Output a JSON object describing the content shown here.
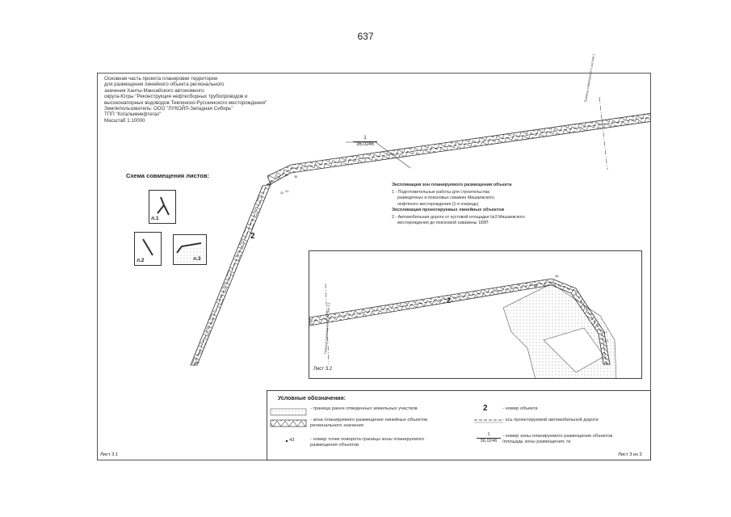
{
  "page_number": "637",
  "title_block": {
    "lines": [
      "Основная часть проекта планировки территории",
      "для размещения линейного объекта регионального",
      "значения Ханты-Мансийского автономного",
      "округа-Югры \"Реконструкция нефтесборных трубопроводов и",
      "высоконапорных водоводов Тевлинско-Русскинского месторождения\"",
      "Землепользователь: ООО \"ЛУКОЙЛ-Западная Сибирь\"",
      "ТПП \"Когалымнефтегаз\"",
      "Масштаб 1:10000"
    ]
  },
  "scheme": {
    "title": "Схема совмещения листов:",
    "sheets": [
      "л.1",
      "л.2",
      "л.3"
    ]
  },
  "zone_label": {
    "number": "1",
    "area": "36,0246"
  },
  "route_labels": {
    "object_main": "2",
    "object_inset": "2"
  },
  "point_labels": [
    "36",
    "35",
    "34",
    "33",
    "32",
    "31",
    "42",
    "43",
    "38",
    "37",
    "41",
    "40",
    "39"
  ],
  "boundary_note": "Граница совмещения с листом 2",
  "inset_boundary_note": "Граница совмещения с листом 3.1",
  "explication": {
    "zones_title": "Экспликация зон планируемого размещения объекта",
    "zones_item_lines": [
      "1 - Подготовительные работы для строительства",
      "разведочных и поисковых скважин Мишаевского",
      "нефтяного месторождения (1-я очередь)"
    ],
    "linear_title": "Экспликация проектируемых линейных объектов",
    "linear_item_lines": [
      "2 - Автомобильная дорога от кустовой площадки №3 Мишаевского",
      "месторождения до поисковой скважины 189П"
    ]
  },
  "inset": {
    "label": "Лист 3.2"
  },
  "legend": {
    "title": "Условные обозначения:",
    "items": [
      {
        "text_lines": [
          "- граница ранее отведенных земельных участков"
        ]
      },
      {
        "text_lines": [
          "- зона планируемого размещения линейных объектов",
          "регионального значения"
        ]
      },
      {
        "symbol_text": "43",
        "text_lines": [
          "- номер точек поворота границы зоны планируемого",
          "размещения объектов"
        ]
      },
      {
        "symbol_text": "2",
        "text_lines": [
          "- номер объекта"
        ]
      },
      {
        "text_lines": [
          "- ось проектируемой автомобильной дороги"
        ]
      },
      {
        "symbol_top": "1",
        "symbol_bottom": "36,0246",
        "text_lines": [
          "- номер зоны планируемого размещения объектов",
          "/площадь зоны размещения, га"
        ]
      }
    ]
  },
  "footer": {
    "sheet_left": "Лист 3.1",
    "sheet_right": "Лист 3 из 3"
  }
}
